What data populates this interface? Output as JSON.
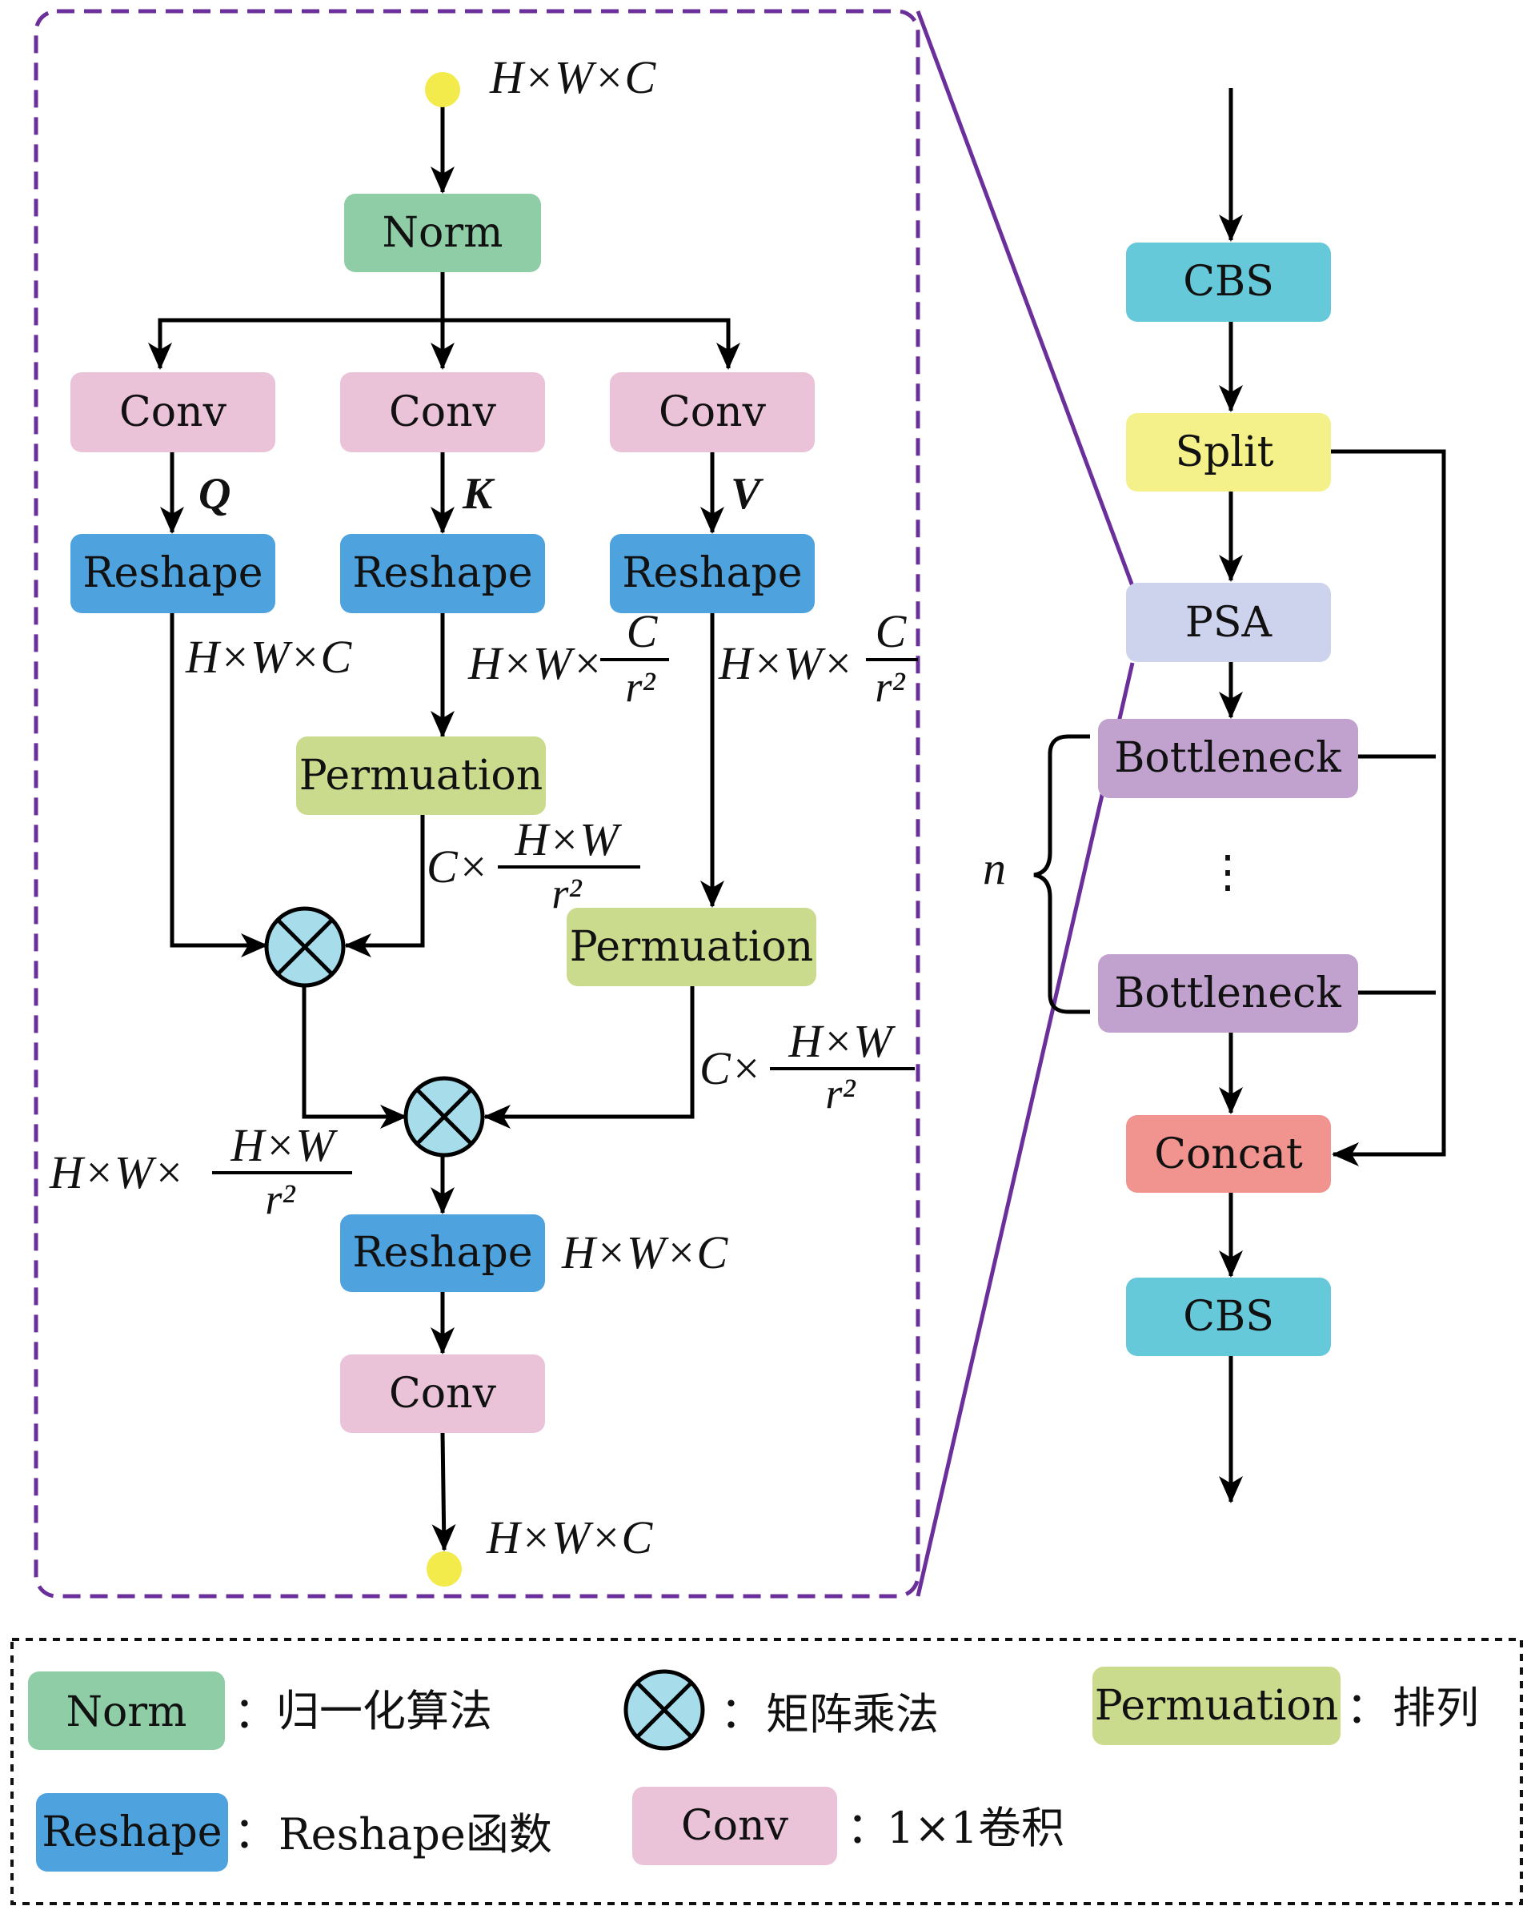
{
  "colors": {
    "norm": "#8ECDA5",
    "conv": "#EBC3D8",
    "reshape": "#4EA3DE",
    "permutation": "#CBDB8E",
    "cbs": "#66C9DA",
    "split": "#F4F18A",
    "psa": "#CDD3EC",
    "bottleneck": "#C1A1CE",
    "concat": "#F1948F",
    "matmul": "#A7DCEB",
    "endpoint": "#F3EA4C",
    "frame": "#6A2F9A"
  },
  "psa_detail": {
    "input_dim": "H×W×C",
    "output_dim": "H×W×C",
    "norm": "Norm",
    "conv_q": "Conv",
    "conv_k": "Conv",
    "conv_v": "Conv",
    "q": "Q",
    "k": "K",
    "v": "V",
    "reshape_q": "Reshape",
    "reshape_k": "Reshape",
    "reshape_v": "Reshape",
    "dim_q": "H×W×C",
    "dim_k_prefix": "H×W×",
    "dim_v_prefix": "H×W×",
    "frac_c_num": "C",
    "frac_c_den": "r²",
    "perm_k": "Permuation",
    "perm_v": "Permuation",
    "dim_perm_prefix": "C×",
    "frac_hw_num": "H×W",
    "frac_hw_den": "r²",
    "dim_attn_prefix": "H×W×",
    "reshape_out": "Reshape",
    "dim_reshape_out": "H×W×C",
    "conv_out": "Conv"
  },
  "c2psa": {
    "cbs_top": "CBS",
    "split": "Split",
    "psa": "PSA",
    "bottleneck_1": "Bottleneck",
    "ellipsis": "⋮",
    "bottleneck_n": "Bottleneck",
    "n_label": "n",
    "concat": "Concat",
    "cbs_bottom": "CBS"
  },
  "legend": {
    "colon": "：",
    "norm_label": "Norm",
    "norm_desc": "归一化算法",
    "matmul_desc": "矩阵乘法",
    "perm_label": "Permuation",
    "perm_desc": "排列",
    "reshape_label": "Reshape",
    "reshape_desc": "Reshape函数",
    "conv_label": "Conv",
    "conv_desc": "1×1卷积"
  }
}
